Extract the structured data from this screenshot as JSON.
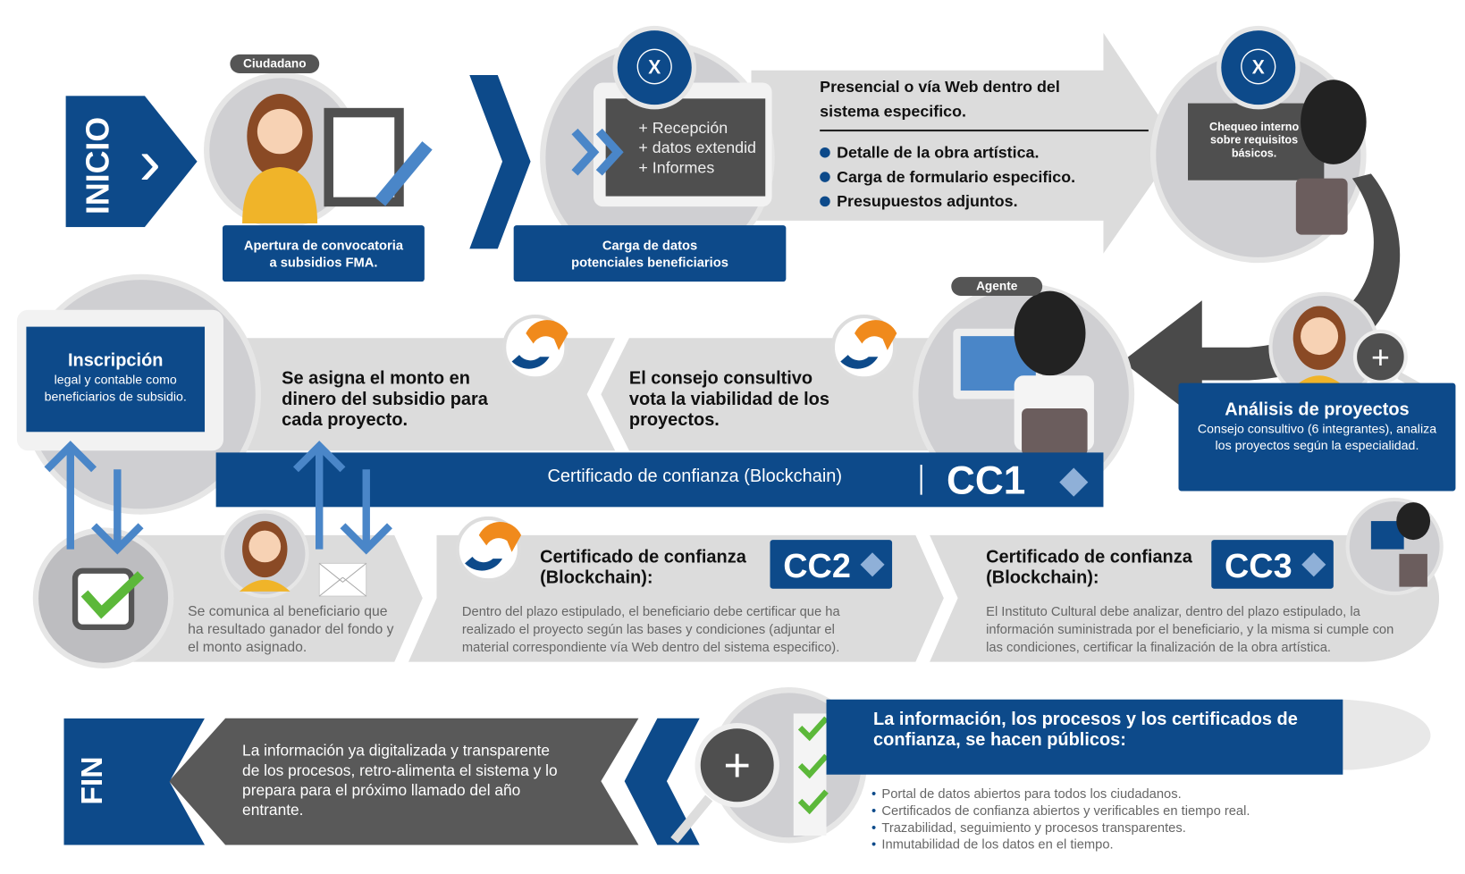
{
  "inicio": "INICIO",
  "fin": "FIN",
  "step1": {
    "role": "Ciudadano",
    "label": "Apertura de convocatoria a subsidios FMA."
  },
  "step2": {
    "screen": [
      "+ Recepción",
      "+ datos extendid",
      "+ Informes"
    ],
    "label": "Carga de datos potenciales beneficiarios"
  },
  "step2_arrow": {
    "title": "Presencial o vía Web dentro del sistema especifico.",
    "bullets": [
      "Detalle de la obra artística.",
      "Carga de formulario especifico.",
      "Presupuestos adjuntos."
    ]
  },
  "step3": {
    "screen": "Chequeo interno sobre requisitos básicos."
  },
  "analisis": {
    "title": "Análisis de proyectos",
    "text": "Consejo consultivo (6 integrantes), analiza los proyectos según la especialidad."
  },
  "agente": {
    "role": "Agente"
  },
  "consejo": "El consejo consultivo vota la viabilidad de los proyectos.",
  "monto": "Se asigna el monto en dinero del subsidio para cada proyecto.",
  "inscripcion": {
    "title": "Inscripción",
    "text": "legal y contable como beneficiarios de subsidio."
  },
  "cc1": {
    "label": "Certificado de confianza (Blockchain)",
    "code": "CC1"
  },
  "comunica": "Se comunica al beneficiario que ha resultado ganador del fondo y el monto asignado.",
  "cc2": {
    "title": "Certificado de confianza (Blockchain):",
    "code": "CC2",
    "text": "Dentro del plazo estipulado, el beneficiario debe certificar que ha realizado el proyecto según las bases y condiciones (adjuntar el material correspondiente vía Web dentro del sistema especifico)."
  },
  "cc3": {
    "title": "Certificado de confianza (Blockchain):",
    "code": "CC3",
    "text": "El Instituto Cultural debe analizar, dentro del plazo estipulado, la información suministrada por el beneficiario, y la misma si cumple con las condiciones, certificar la finalización de la obra artística."
  },
  "fin_text": "La información ya digitalizada y transparente de los procesos, retro-alimenta el sistema y lo prepara para el próximo llamado del año entrante.",
  "publico": {
    "title": "La información, los procesos y los certificados de confianza, se hacen públicos:",
    "bullets": [
      "Portal de datos abiertos para todos los ciudadanos.",
      "Certificados de confianza abiertos y verificables en tiempo real.",
      "Trazabilidad, seguimiento y procesos transparentes.",
      "Inmutabilidad de los datos en el tiempo."
    ]
  },
  "colors": {
    "blue": "#0d4a8a",
    "light_blue": "#4a86c8",
    "grey": "#d9d9d9",
    "dark": "#555555",
    "orange": "#f08a1c",
    "green": "#5cb83a"
  }
}
